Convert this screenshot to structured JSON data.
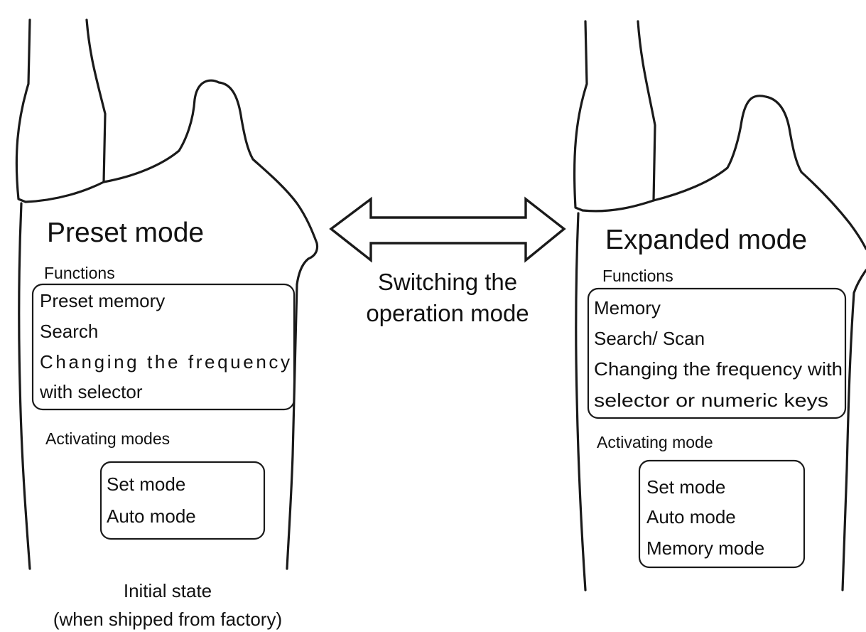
{
  "center": {
    "line1": "Switching the",
    "line2": "operation mode"
  },
  "left": {
    "title": "Preset mode",
    "functions_label": "Functions",
    "functions": [
      "Preset memory",
      "Search",
      "Changing the frequency",
      "with selector"
    ],
    "activating_label": "Activating  modes",
    "activating": [
      "Set mode",
      "Auto mode"
    ],
    "caption_line1": "Initial state",
    "caption_line2": "(when shipped from factory)"
  },
  "right": {
    "title": "Expanded mode",
    "functions_label": "Functions",
    "functions": [
      "Memory",
      "Search/ Scan",
      "Changing the frequency with",
      "selector or numeric keys"
    ],
    "activating_label": "Activating mode",
    "activating": [
      "Set mode",
      "Auto mode",
      "Memory mode"
    ]
  },
  "icons": {
    "left_device": "radio-handset-outline-icon",
    "right_device": "radio-handset-outline-icon",
    "switch_arrow": "double-headed-arrow-icon"
  }
}
